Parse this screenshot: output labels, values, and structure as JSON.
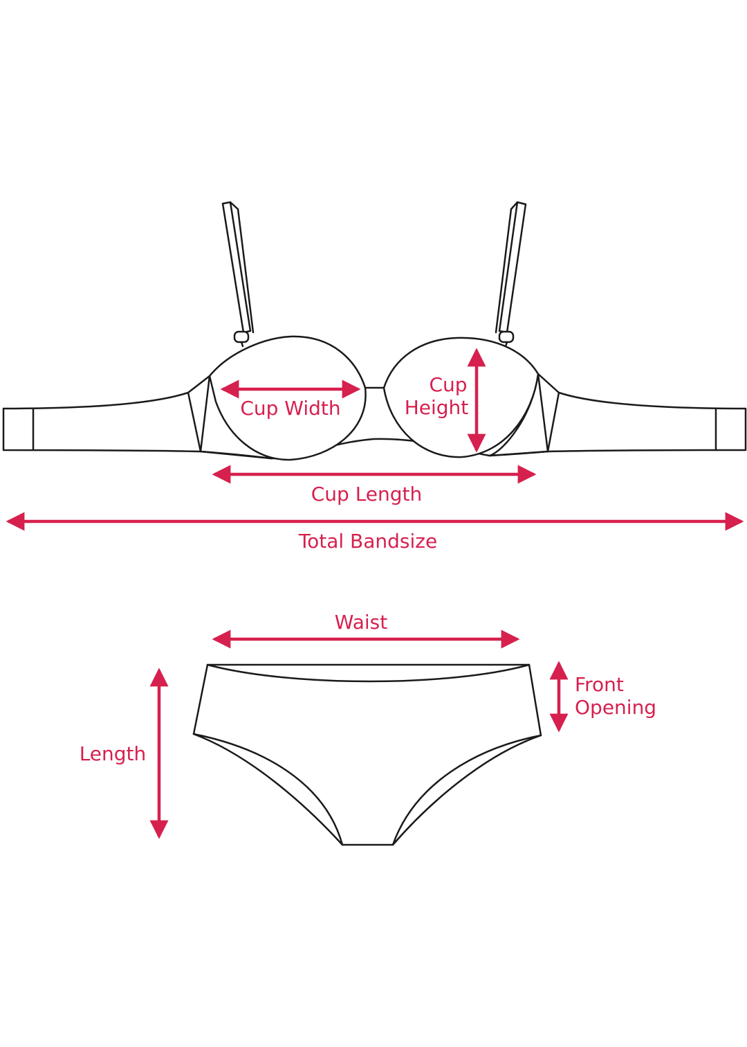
{
  "colors": {
    "accent": "#d6204e",
    "outline": "#1a1a1a",
    "background": "#ffffff"
  },
  "bra": {
    "labels": {
      "cup_width": "Cup Width",
      "cup_height_line1": "Cup",
      "cup_height_line2": "Height",
      "cup_length": "Cup Length",
      "total_bandsize": "Total Bandsize"
    }
  },
  "brief": {
    "labels": {
      "waist": "Waist",
      "front_opening_line1": "Front",
      "front_opening_line2": "Opening",
      "length": "Length"
    }
  }
}
